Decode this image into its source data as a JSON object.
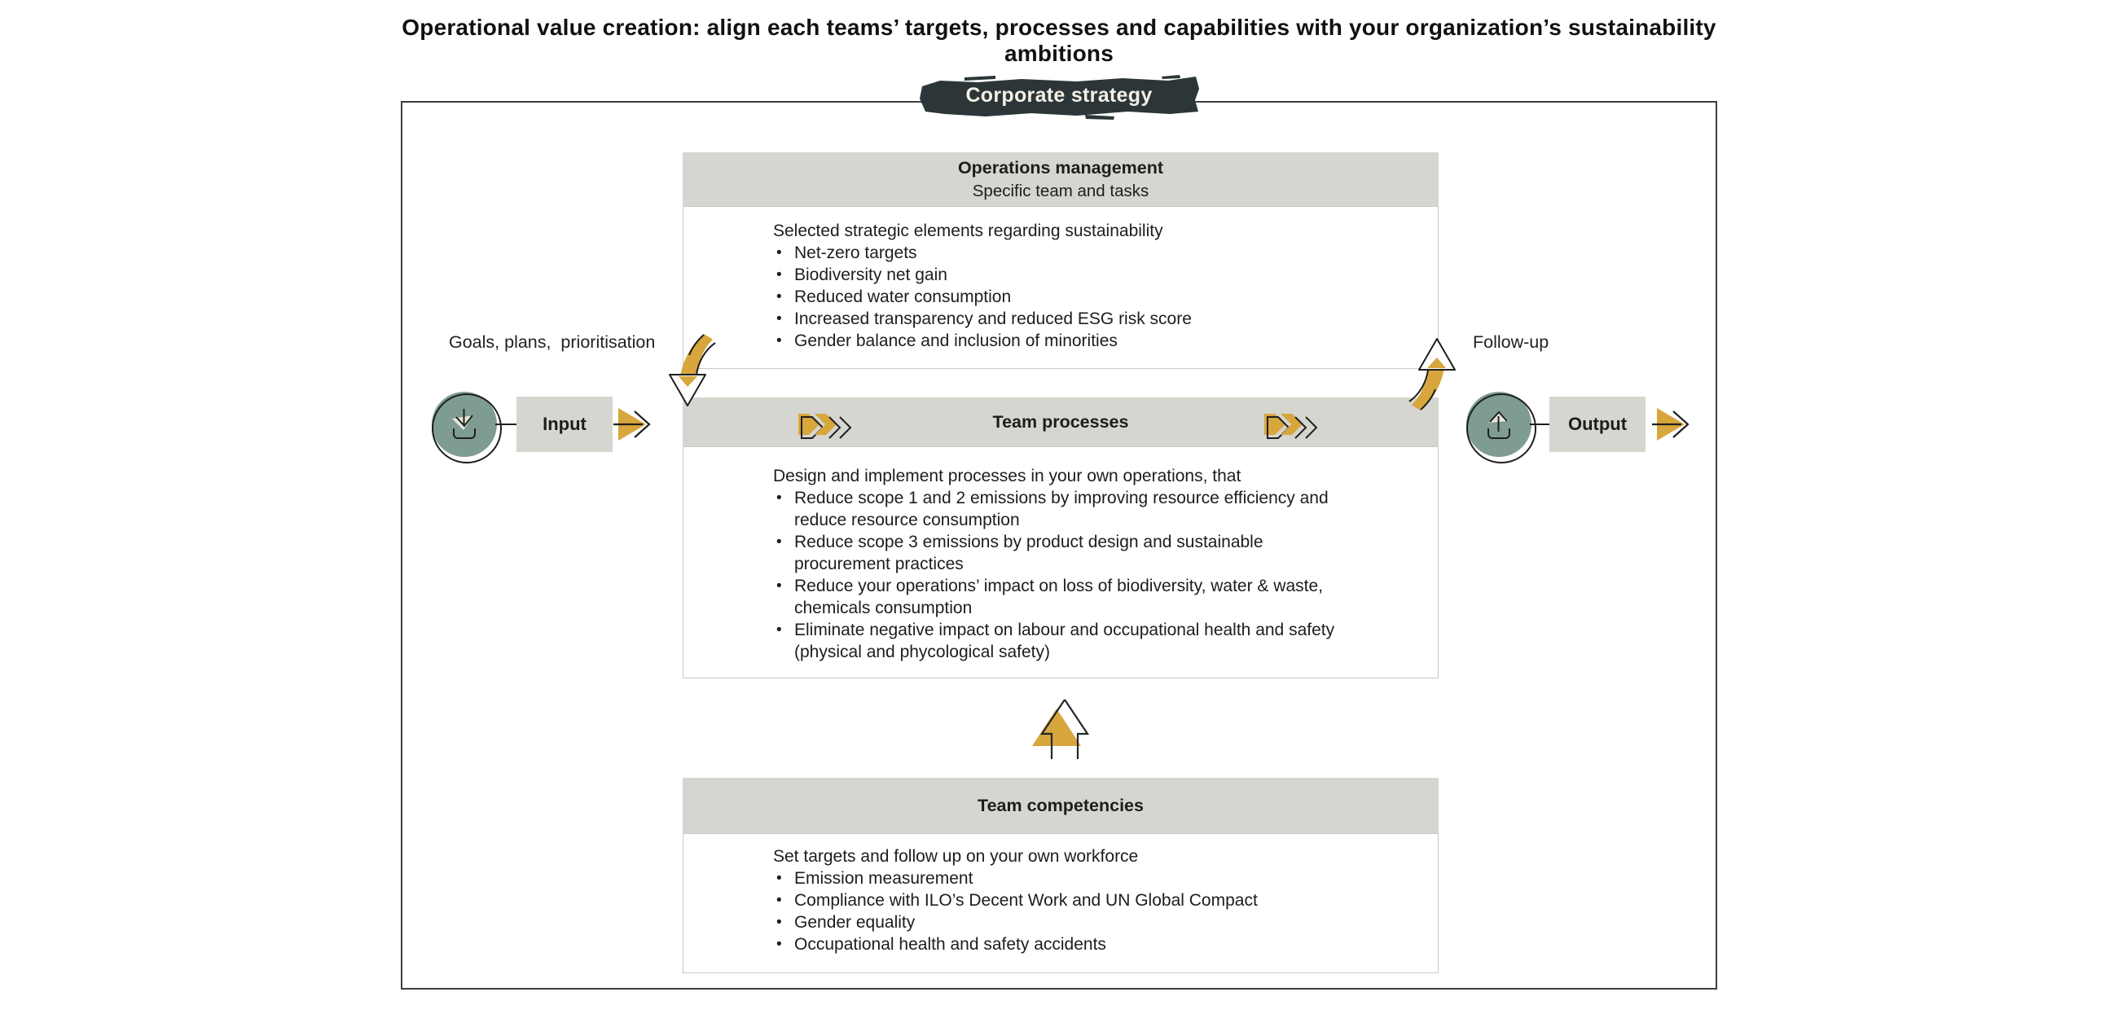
{
  "title": "Operational value creation: align each teams’ targets, processes and capabilities with your organization’s sustainability ambitions",
  "badge": {
    "label": "Corporate strategy"
  },
  "flows": {
    "input": {
      "label": "Goals, plans,  prioritisation",
      "node": "Input"
    },
    "output": {
      "label": "Follow-up",
      "node": "Output"
    }
  },
  "sections": {
    "operations_management": {
      "title": "Operations management",
      "subtitle": "Specific team and tasks",
      "lead": "Selected strategic elements regarding sustainability",
      "bullets": [
        "Net-zero targets",
        "Biodiversity net gain",
        "Reduced water consumption",
        "Increased transparency and reduced ESG risk score",
        "Gender balance and inclusion of minorities"
      ]
    },
    "team_processes": {
      "title": "Team processes",
      "lead": "Design and implement processes in your own operations, that",
      "bullets": [
        "Reduce scope 1 and 2 emissions by improving resource efficiency and reduce resource consumption",
        "Reduce scope 3 emissions by product design and sustainable procurement practices",
        "Reduce your operations’ impact on loss of biodiversity, water & waste, chemicals consumption",
        "Eliminate negative impact on labour and occupational health and safety (physical and phycological safety)"
      ]
    },
    "team_competencies": {
      "title": "Team competencies",
      "lead": "Set targets and follow up on your own workforce",
      "bullets": [
        "Emission measurement",
        "Compliance with ILO’s Decent Work and UN Global Compact",
        "Gender equality",
        "Occupational health and safety accidents"
      ]
    }
  },
  "colors": {
    "gold": "#d7a63c",
    "teal": "#7e9c92",
    "panel_grey": "#d5d6cf",
    "badge_charcoal": "#2c3638",
    "outer_border": "#3b3f3f",
    "icon_light": "#e8e5d9"
  }
}
